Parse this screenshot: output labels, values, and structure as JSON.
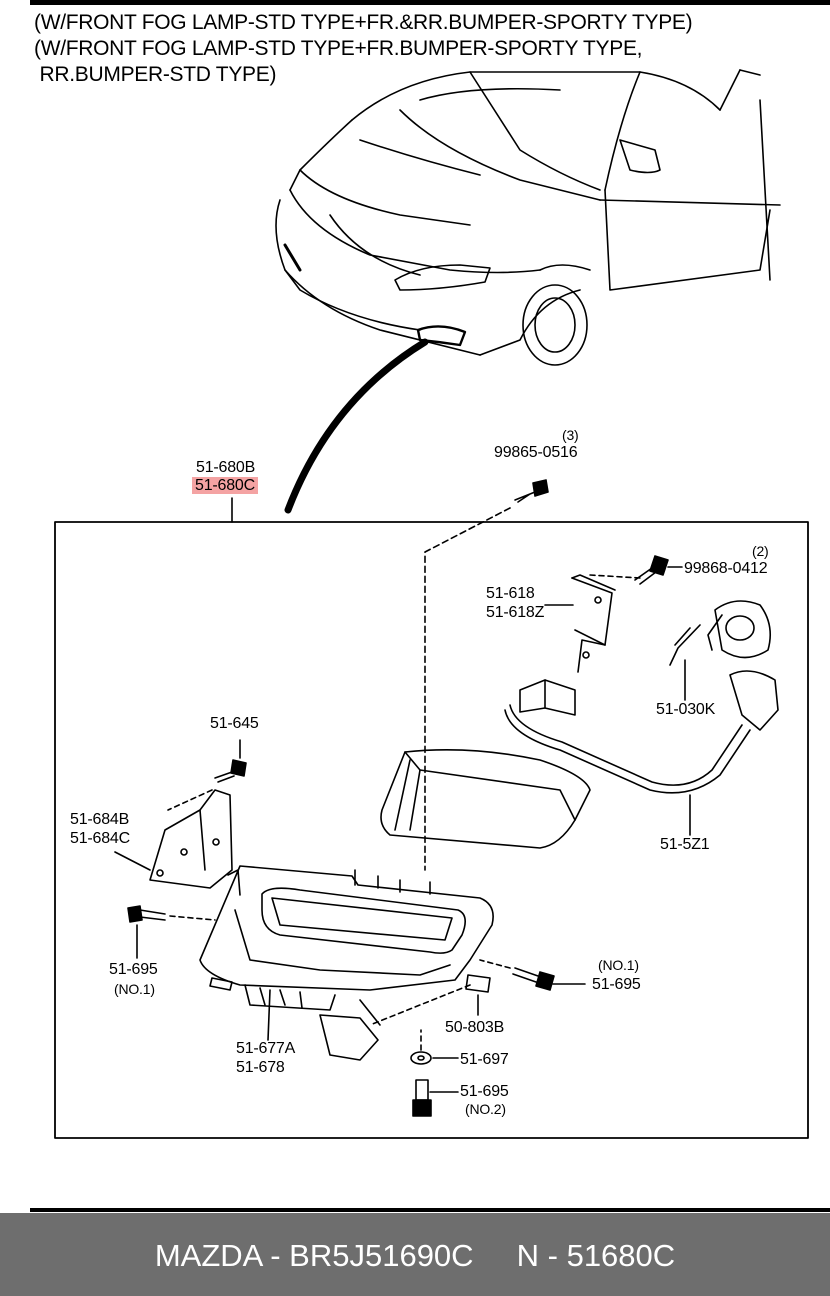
{
  "conditions": [
    "(W/FRONT FOG LAMP-STD TYPE+FR.&RR.BUMPER-SPORTY TYPE)",
    "(W/FRONT FOG LAMP-STD TYPE+FR.BUMPER-SPORTY TYPE,",
    " RR.BUMPER-STD TYPE)"
  ],
  "labels": {
    "assy_b": "51-680B",
    "assy_c": "51-680C",
    "screw_top_qty": "(3)",
    "screw_top": "99865-0516",
    "screw_right_qty": "(2)",
    "screw_right": "99868-0412",
    "bracket_1": "51-618",
    "bracket_2": "51-618Z",
    "bulb": "51-030K",
    "harness": "51-5Z1",
    "bolt_top": "51-645",
    "stay_b": "51-684B",
    "stay_c": "51-684C",
    "bolt_left": "51-695",
    "bolt_left_no": "(NO.1)",
    "bolt_right_no": "(NO.1)",
    "bolt_right": "51-695",
    "clip": "50-803B",
    "cover_a": "51-677A",
    "cover": "51-678",
    "washer": "51-697",
    "bolt_bottom": "51-695",
    "bolt_bottom_no": "(NO.2)"
  },
  "footer": {
    "brand_part": "MAZDA - BR5J51690C",
    "ref": "N - 51680C"
  }
}
